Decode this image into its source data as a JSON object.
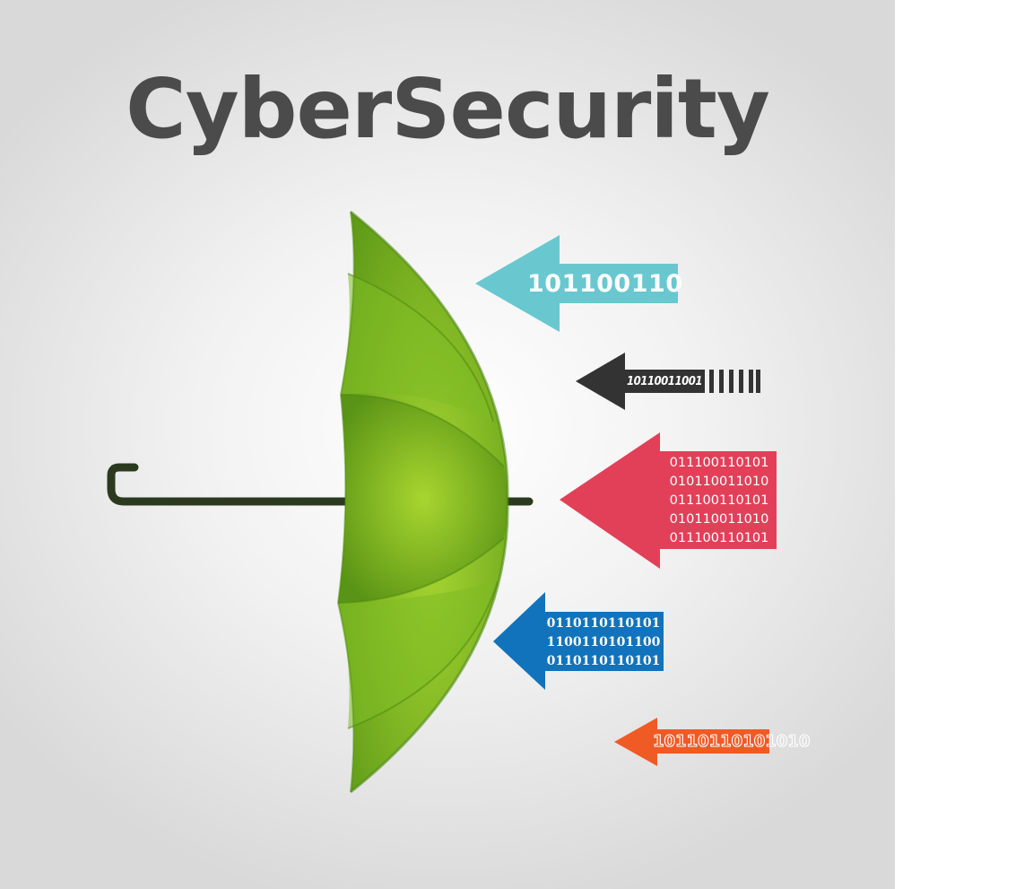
{
  "title": "CyberSecurity",
  "arrows": [
    {
      "code": "101100110",
      "color": "#69c7d0"
    },
    {
      "code": "10110011001",
      "color": "#333333"
    },
    {
      "code": "011100110101\n010110011010\n011100110101\n010110011010\n011100110101",
      "color": "#e24059"
    },
    {
      "code": "0110110110101\n1100110101100\n0110110110101",
      "color": "#1173bc"
    },
    {
      "code": "10110110101010",
      "color": "#f05a24"
    }
  ],
  "umbrella": {
    "canopy_color": "#6fad1f",
    "handle_color": "#2b3a1e"
  }
}
